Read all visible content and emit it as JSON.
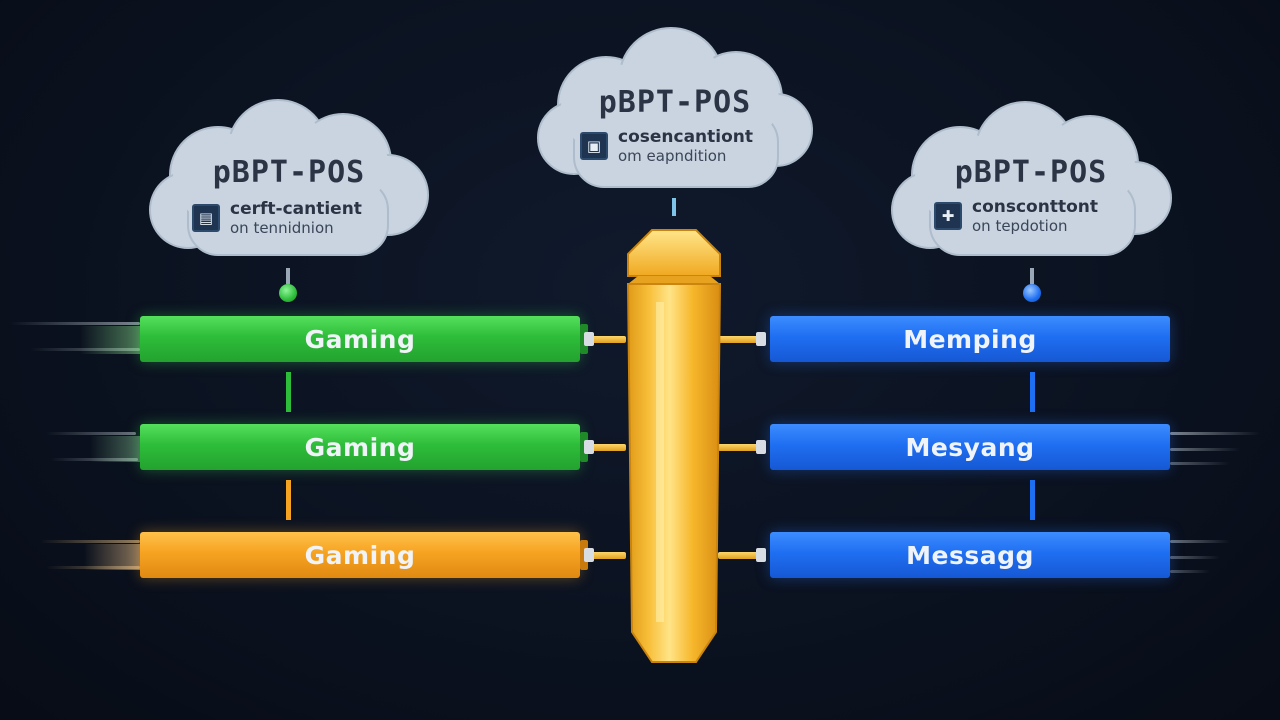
{
  "clouds": [
    {
      "title": "pBPT-POS",
      "line1": "cerft-cantient",
      "line2": "on tennidnion",
      "icon": "chart-icon"
    },
    {
      "title": "pBPT-POS",
      "line1": "cosencantiont",
      "line2": "om eapndition",
      "icon": "window-icon"
    },
    {
      "title": "pBPT-POS",
      "line1": "consconttont",
      "line2": "on tepdotion",
      "icon": "plus-icon"
    }
  ],
  "left_bars": [
    {
      "label": "Gaming",
      "color": "#2ebd3a"
    },
    {
      "label": "Gaming",
      "color": "#2ebd3a"
    },
    {
      "label": "Gaming",
      "color": "#f6a322"
    }
  ],
  "right_bars": [
    {
      "label": "Memping",
      "color": "#1f6ff2"
    },
    {
      "label": "Mesyang",
      "color": "#1f6ff2"
    },
    {
      "label": "Messagg",
      "color": "#1f6ff2"
    }
  ],
  "colors": {
    "green": "#2ebd3a",
    "orange": "#f6a322",
    "blue": "#1f6ff2",
    "pillar": "#f5b82a",
    "background": "#0b1220"
  }
}
